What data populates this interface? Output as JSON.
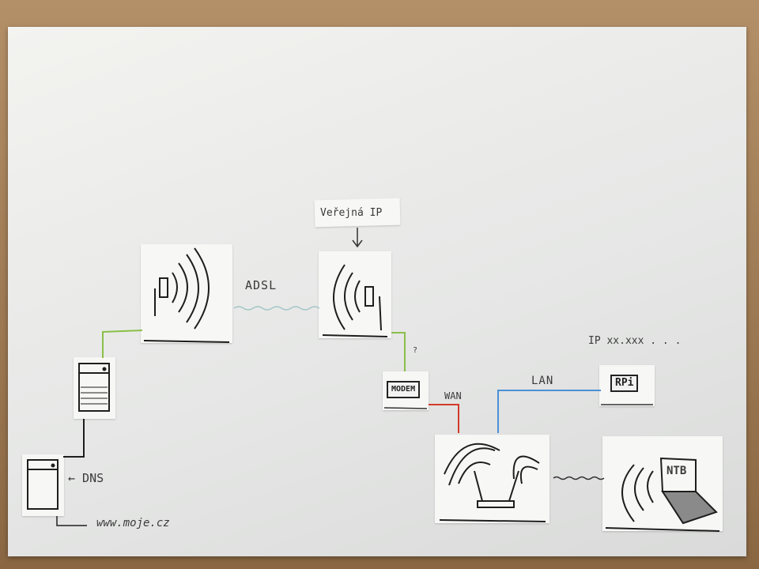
{
  "labels": {
    "adsl": "ADSL",
    "verejna_ip": "Veřejná IP",
    "modem": "MODEM",
    "wan": "WAN",
    "lan": "LAN",
    "rpi": "RPi",
    "ip_note": "IP xx.xxx . . .",
    "ntb": "NTB",
    "dns": "← DNS",
    "url": "www.moje.cz",
    "question": "?"
  },
  "colors": {
    "link_green": "#8bbf4a",
    "link_red": "#d23b2a",
    "link_blue": "#4a90d6",
    "ink": "#1e1e1e"
  }
}
